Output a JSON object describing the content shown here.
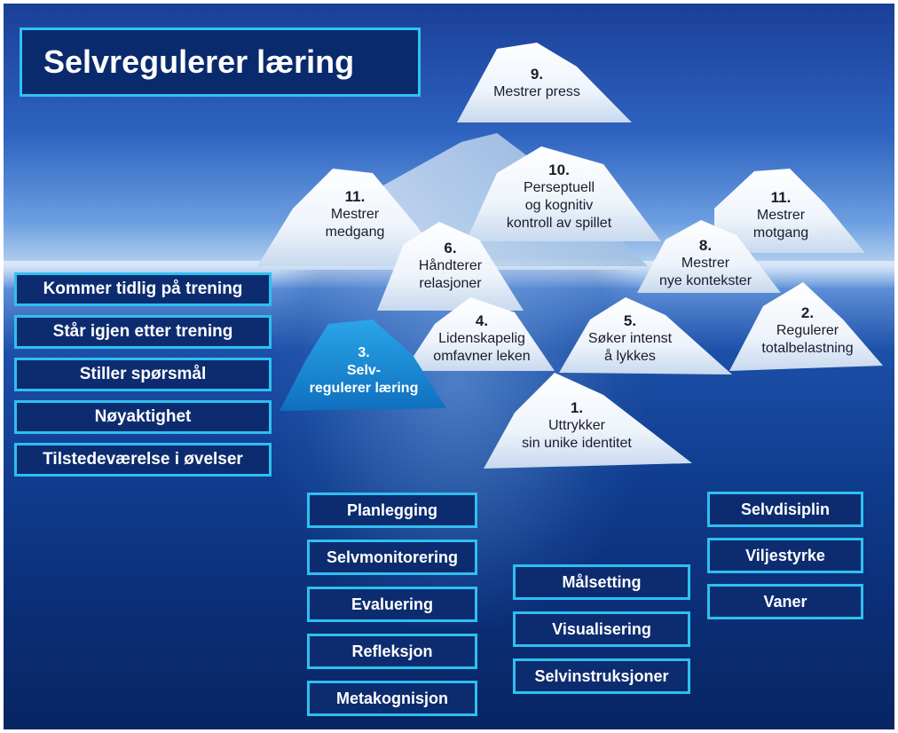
{
  "title": "Selvregulerer læring",
  "left_items": [
    "Kommer tidlig på trening",
    "Står igjen etter  trening",
    "Stiller spørsmål",
    "Nøyaktighet",
    "Tilstedeværelse i øvelser"
  ],
  "peaks": {
    "p9": {
      "num": "9.",
      "lines": [
        "Mestrer press"
      ]
    },
    "p10": {
      "num": "10.",
      "lines": [
        "Perseptuell",
        "og kognitiv",
        "kontroll av spillet"
      ]
    },
    "p11a": {
      "num": "11.",
      "lines": [
        "Mestrer",
        "medgang"
      ]
    },
    "p11b": {
      "num": "11.",
      "lines": [
        "Mestrer",
        "motgang"
      ]
    },
    "p6": {
      "num": "6.",
      "lines": [
        "Håndterer",
        "relasjoner"
      ]
    },
    "p8": {
      "num": "8.",
      "lines": [
        "Mestrer",
        "nye kontekster"
      ]
    },
    "p4": {
      "num": "4.",
      "lines": [
        "Lidenskapelig",
        "omfavner leken"
      ]
    },
    "p5": {
      "num": "5.",
      "lines": [
        "Søker intenst",
        "å lykkes"
      ]
    },
    "p2": {
      "num": "2.",
      "lines": [
        "Regulerer",
        "totalbelastning"
      ]
    },
    "p1": {
      "num": "1.",
      "lines": [
        "Uttrykker",
        "sin unike identitet"
      ]
    },
    "p3": {
      "num": "3.",
      "lines": [
        "Selv-",
        "regulerer læring"
      ]
    }
  },
  "skills_col1": [
    "Planlegging",
    "Selvmonitorering",
    "Evaluering",
    "Refleksjon",
    "Metakognisjon"
  ],
  "skills_col2": [
    "Målsetting",
    "Visualisering",
    "Selvinstruksjoner"
  ],
  "skills_col3": [
    "Selvdisiplin",
    "Viljestyrke",
    "Vaner"
  ],
  "colors": {
    "box_fill": "#0d2c70",
    "box_border": "#2fbff0",
    "highlight": "#1d8fd6"
  }
}
